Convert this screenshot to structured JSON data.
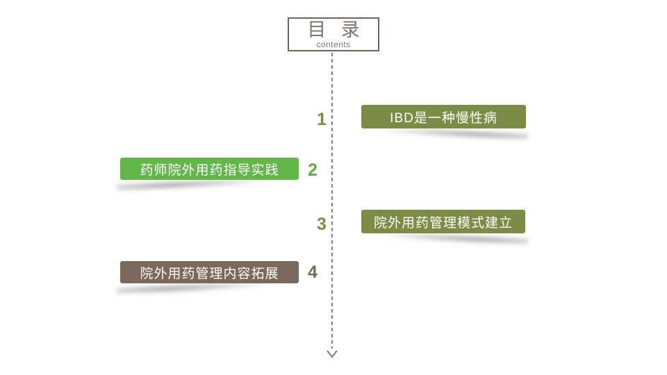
{
  "title": {
    "heading": "目 录",
    "subtitle": "contents"
  },
  "colors": {
    "olive": "#7C8C45",
    "green": "#63B64A",
    "green_number": "#5FAD45",
    "brown": "#7C675B",
    "title_text_gray": "#7A7570",
    "title_border": "#6F6257",
    "dash_line_gray": "#7D7D7D",
    "box_text": "#FFFFFF"
  },
  "items": [
    {
      "number": "1",
      "label": "IBD是一种慢性病",
      "side": "right",
      "color": "#7C8C45"
    },
    {
      "number": "2",
      "label": "药师院外用药指导实践",
      "side": "left",
      "color": "#63B64A"
    },
    {
      "number": "3",
      "label": "院外用药管理模式建立",
      "side": "right",
      "color": "#7C8C45"
    },
    {
      "number": "4",
      "label": "院外用药管理内容拓展",
      "side": "left",
      "color": "#7C675B"
    }
  ]
}
